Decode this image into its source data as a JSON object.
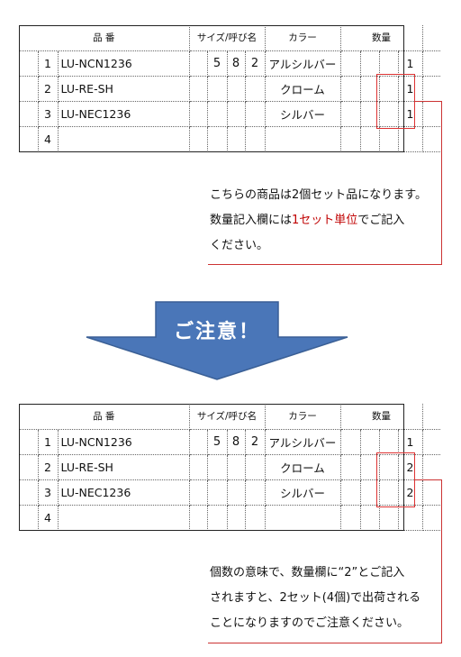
{
  "tables": [
    {
      "headers": {
        "product": "品 番",
        "size": "サイズ/呼び名",
        "color": "カラー",
        "qty": "数量"
      },
      "rows": [
        {
          "no": "1",
          "code": "LU-NCN1236",
          "size": [
            "5",
            "8",
            "2"
          ],
          "color": "アルシルバー",
          "qty": "1"
        },
        {
          "no": "2",
          "code": "LU-RE-SH",
          "size": [
            "",
            "",
            ""
          ],
          "color": "クローム",
          "qty": "1"
        },
        {
          "no": "3",
          "code": "LU-NEC1236",
          "size": [
            "",
            "",
            ""
          ],
          "color": "シルバー",
          "qty": "1"
        },
        {
          "no": "4",
          "code": "",
          "size": [
            "",
            "",
            ""
          ],
          "color": "",
          "qty": ""
        }
      ]
    },
    {
      "headers": {
        "product": "品 番",
        "size": "サイズ/呼び名",
        "color": "カラー",
        "qty": "数量"
      },
      "rows": [
        {
          "no": "1",
          "code": "LU-NCN1236",
          "size": [
            "5",
            "8",
            "2"
          ],
          "color": "アルシルバー",
          "qty": "1"
        },
        {
          "no": "2",
          "code": "LU-RE-SH",
          "size": [
            "",
            "",
            ""
          ],
          "color": "クローム",
          "qty": "2"
        },
        {
          "no": "3",
          "code": "LU-NEC1236",
          "size": [
            "",
            "",
            ""
          ],
          "color": "シルバー",
          "qty": "2"
        },
        {
          "no": "4",
          "code": "",
          "size": [
            "",
            "",
            ""
          ],
          "color": "",
          "qty": ""
        }
      ]
    }
  ],
  "note1": {
    "line1": "こちらの商品は2個セット品になります。",
    "line2_before": "数量記入欄には",
    "line2_red": "1セット単位",
    "line2_after": "でご記入",
    "line3": "ください。"
  },
  "arrow": {
    "label": "ご注意！"
  },
  "note2": {
    "line1": "個数の意味で、数量欄に“2”とご記入",
    "line2": "されますと、2セット(4個)で出荷される",
    "line3": "ことになりますのでご注意ください。"
  },
  "colors": {
    "accent_red": "#c00000",
    "arrow_fill": "#4a76b8",
    "arrow_stroke": "#3a5f95"
  }
}
